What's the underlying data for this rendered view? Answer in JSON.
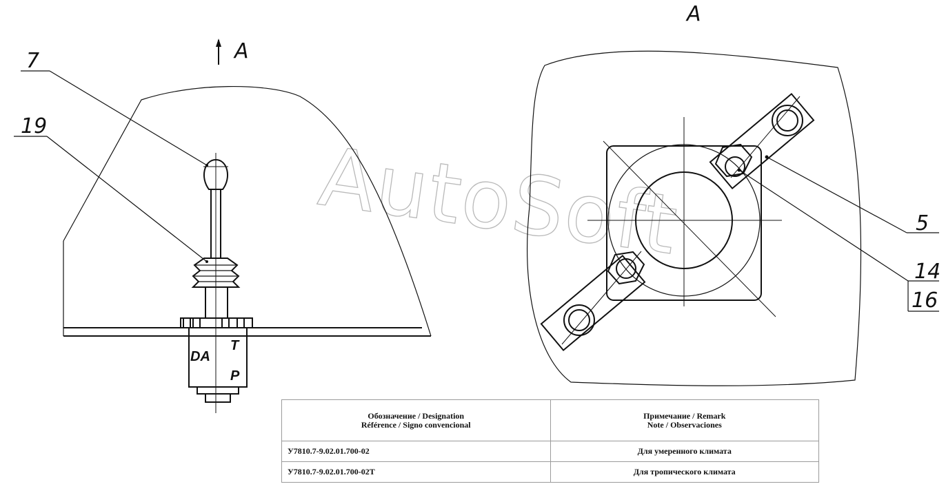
{
  "view_labels": {
    "arrow_label": "A",
    "view_title": "A"
  },
  "callouts": {
    "c7": "7",
    "c19": "19",
    "c5": "5",
    "c14": "14",
    "c16": "16"
  },
  "housing_markings": {
    "left": "DA",
    "top_right": "T",
    "bottom_right": "P"
  },
  "watermark": "AutoSoft",
  "table": {
    "headers": {
      "designation": [
        "Обозначение / Designation",
        "Référence / Signo convencional"
      ],
      "remark": [
        "Примечание / Remark",
        "Note / Observaciones"
      ]
    },
    "rows": [
      {
        "designation": "У7810.7-9.02.01.700-02",
        "remark": "Для умеренного климата"
      },
      {
        "designation": "У7810.7-9.02.01.700-02Т",
        "remark": "Для тропического климата"
      }
    ]
  }
}
